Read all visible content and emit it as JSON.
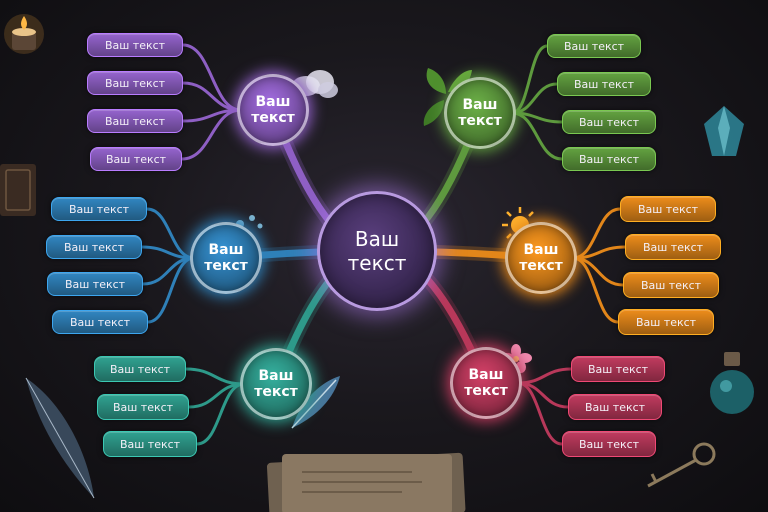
{
  "center": {
    "label": "Ваш текст"
  },
  "branches": [
    {
      "id": "purple",
      "label": "Ваш текст",
      "color": "#8e5fc4",
      "items": [
        "Ваш текст",
        "Ваш текст",
        "Ваш текст",
        "Ваш текст"
      ]
    },
    {
      "id": "green",
      "label": "Ваш текст",
      "color": "#5e9a3e",
      "items": [
        "Ваш текст",
        "Ваш текст",
        "Ваш текст",
        "Ваш текст"
      ]
    },
    {
      "id": "blue",
      "label": "Ваш текст",
      "color": "#2f80b8",
      "items": [
        "Ваш текст",
        "Ваш текст",
        "Ваш текст",
        "Ваш текст"
      ]
    },
    {
      "id": "orange",
      "label": "Ваш текст",
      "color": "#e2861a",
      "items": [
        "Ваш текст",
        "Ваш текст",
        "Ваш текст",
        "Ваш текст"
      ]
    },
    {
      "id": "teal",
      "label": "Ваш текст",
      "color": "#2e9a8a",
      "items": [
        "Ваш текст",
        "Ваш текст",
        "Ваш текст"
      ]
    },
    {
      "id": "red",
      "label": "Ваш текст",
      "color": "#b8385a",
      "items": [
        "Ваш текст",
        "Ваш текст",
        "Ваш текст"
      ]
    }
  ]
}
